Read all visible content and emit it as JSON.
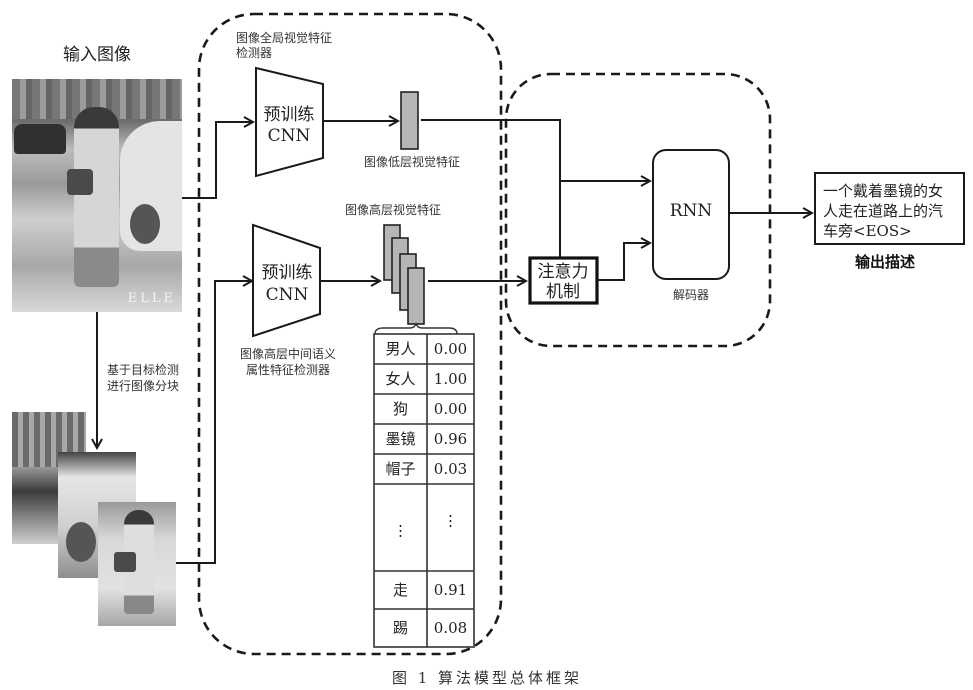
{
  "input": {
    "title": "输入图像",
    "segmentation_label_line1": "基于目标检测",
    "segmentation_label_line2": "进行图像分块",
    "photo_watermark": "ELLE"
  },
  "encoder": {
    "global_detector_label_line1": "图像全局视觉特征",
    "global_detector_label_line2": "检测器",
    "cnn_top_line1": "预训练",
    "cnn_top_line2": "CNN",
    "cnn_bottom_line1": "预训练",
    "cnn_bottom_line2": "CNN",
    "low_feature_label": "图像低层视觉特征",
    "high_feature_label": "图像高层视觉特征",
    "attribute_detector_label_line1": "图像高层中间语义",
    "attribute_detector_label_line2": "属性特征检测器"
  },
  "attribute_table": {
    "rows": [
      {
        "word": "男人",
        "prob": "0.00"
      },
      {
        "word": "女人",
        "prob": "1.00"
      },
      {
        "word": "狗",
        "prob": "0.00"
      },
      {
        "word": "墨镜",
        "prob": "0.96"
      },
      {
        "word": "帽子",
        "prob": "0.03"
      },
      {
        "word": "⋮",
        "prob": "⋮"
      },
      {
        "word": "走",
        "prob": "0.91"
      },
      {
        "word": "踢",
        "prob": "0.08"
      }
    ]
  },
  "decoder": {
    "attention_line1": "注意力",
    "attention_line2": "机制",
    "rnn_label": "RNN",
    "decoder_label": "解码器"
  },
  "output": {
    "caption_line1": "一个戴着墨镜的女",
    "caption_line2": "人走在道路上的汽",
    "caption_line3": "车旁<EOS>",
    "title": "输出描述"
  },
  "figure_caption": "图 1   算法模型总体框架"
}
